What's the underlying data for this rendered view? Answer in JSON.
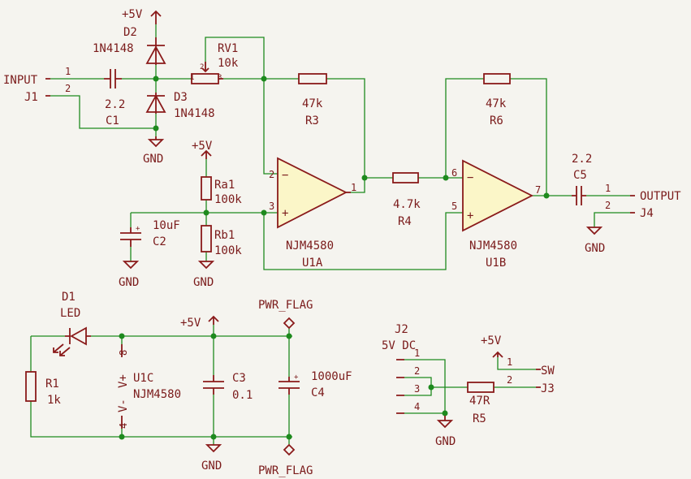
{
  "signals": {
    "input": "INPUT",
    "output": "OUTPUT",
    "vcc": "+5V",
    "gnd": "GND",
    "pwr_flag": "PWR_FLAG",
    "sw": "SW"
  },
  "parts": {
    "J1": {
      "ref": "J1",
      "p1": "1",
      "p2": "2"
    },
    "C1": {
      "ref": "C1",
      "value": "2.2"
    },
    "D2": {
      "ref": "D2",
      "value": "1N4148"
    },
    "D3": {
      "ref": "D3",
      "value": "1N4148"
    },
    "RV1": {
      "ref": "RV1",
      "value": "10k",
      "p1": "1",
      "p2": "2",
      "p3": "3"
    },
    "R3": {
      "ref": "R3",
      "value": "47k"
    },
    "R6": {
      "ref": "R6",
      "value": "47k"
    },
    "R4": {
      "ref": "R4",
      "value": "4.7k"
    },
    "Ra1": {
      "ref": "Ra1",
      "value": "100k"
    },
    "Rb1": {
      "ref": "Rb1",
      "value": "100k"
    },
    "C2": {
      "ref": "C2",
      "value": "10uF"
    },
    "U1A": {
      "ref": "U1A",
      "value": "NJM4580",
      "pin_inv": "2",
      "pin_non": "3",
      "pin_out": "1"
    },
    "U1B": {
      "ref": "U1B",
      "value": "NJM4580",
      "pin_inv": "6",
      "pin_non": "5",
      "pin_out": "7"
    },
    "C5": {
      "ref": "C5",
      "value": "2.2"
    },
    "J4": {
      "ref": "J4",
      "p1": "1",
      "p2": "2"
    },
    "D1": {
      "ref": "D1",
      "value": "LED"
    },
    "R1": {
      "ref": "R1",
      "value": "1k"
    },
    "U1C": {
      "ref": "U1C",
      "value": "NJM4580",
      "pin_vp": "8",
      "pin_vm": "4",
      "vp": "V+",
      "vm": "V-"
    },
    "C3": {
      "ref": "C3",
      "value": "0.1"
    },
    "C4": {
      "ref": "C4",
      "value": "1000uF"
    },
    "J2": {
      "ref": "J2",
      "value": "5V DC",
      "pins": [
        "1",
        "2",
        "3",
        "4"
      ]
    },
    "R5": {
      "ref": "R5",
      "value": "47R"
    },
    "J3": {
      "ref": "J3",
      "p1": "1",
      "p2": "2"
    }
  },
  "colors": {
    "wire": "#1e8a1e",
    "component": "#8a1a1a",
    "opamp_fill": "#fbf6c8",
    "background": "#f5f4ef"
  }
}
